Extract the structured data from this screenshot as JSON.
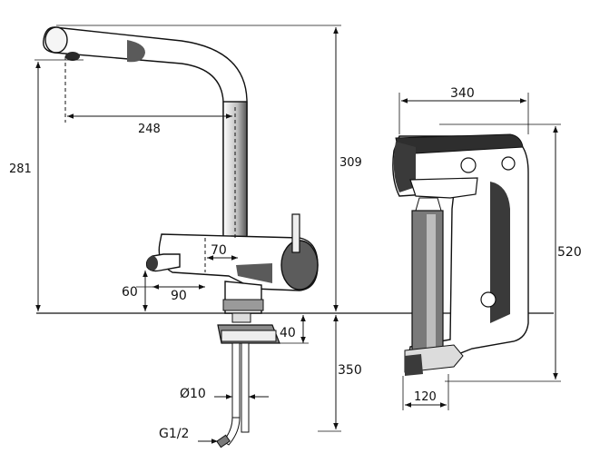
{
  "dimensions": {
    "spout_reach": "248",
    "spout_height": "281",
    "total_height": "309",
    "handle_offset": "70",
    "outlet_height": "60",
    "outlet_reach": "90",
    "clamp_thickness": "40",
    "below_counter": "350",
    "hose_diameter": "Ø10",
    "thread": "G1/2",
    "unit_width": "340",
    "unit_height": "520",
    "unit_depth": "120"
  }
}
